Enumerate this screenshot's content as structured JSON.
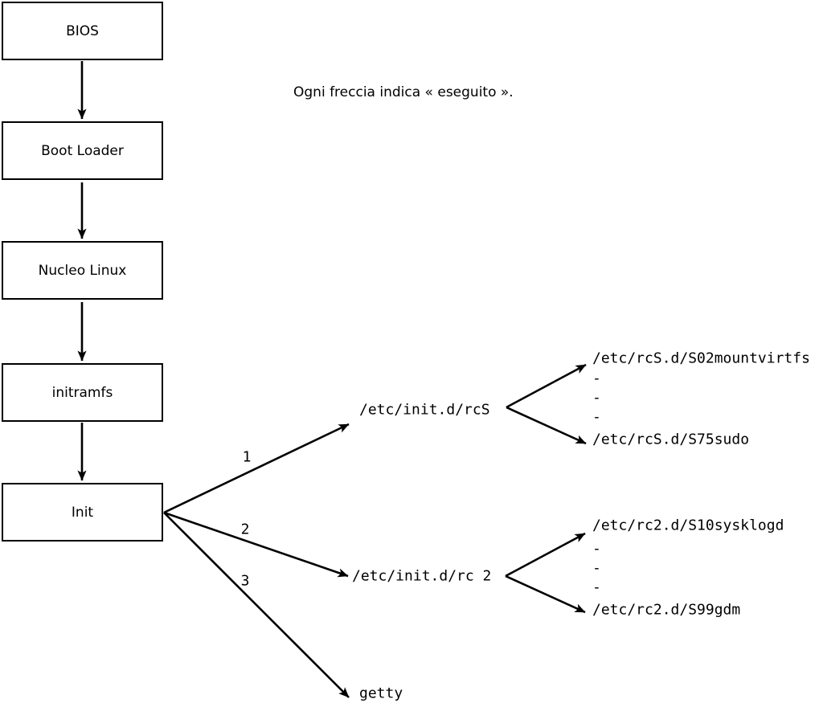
{
  "caption": "Ogni freccia indica « eseguito ».",
  "chain": [
    {
      "label": "BIOS"
    },
    {
      "label": "Boot Loader"
    },
    {
      "label": "Nucleo Linux"
    },
    {
      "label": "initramfs"
    },
    {
      "label": "Init"
    }
  ],
  "branches": [
    {
      "number": "1",
      "target": "/etc/init.d/rcS"
    },
    {
      "number": "2",
      "target": "/etc/init.d/rc 2"
    },
    {
      "number": "3",
      "target": "getty"
    }
  ],
  "rcs_scripts": {
    "first": "/etc/rcS.d/S02mountvirtfs",
    "ellipsis": "-",
    "last": "/etc/rcS.d/S75sudo"
  },
  "rc2_scripts": {
    "first": "/etc/rc2.d/S10sysklogd",
    "ellipsis": "-",
    "last": "/etc/rc2.d/S99gdm"
  },
  "colors": {
    "ink": "#000000",
    "background": "#ffffff"
  }
}
